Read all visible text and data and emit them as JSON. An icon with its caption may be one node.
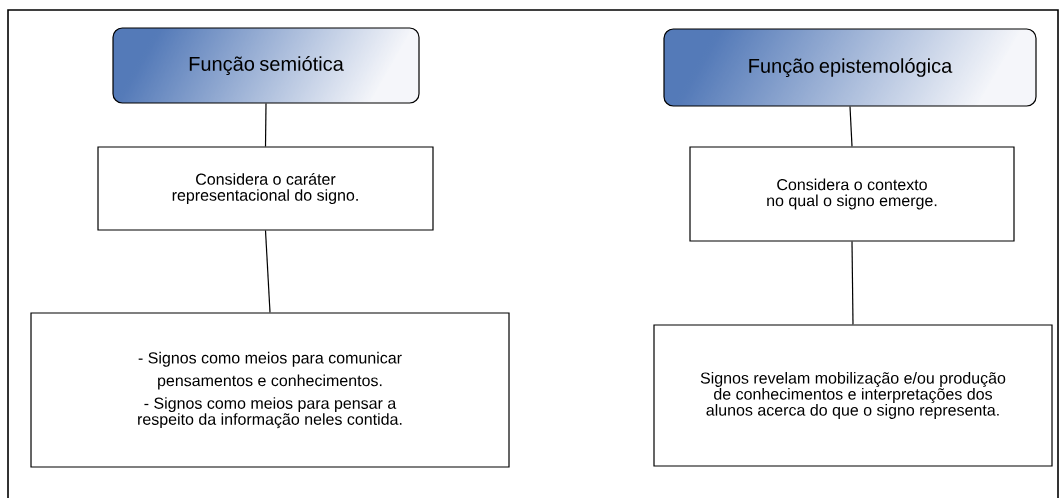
{
  "diagram": {
    "nodes": [
      {
        "text": [
          "Função semiótica"
        ]
      },
      {
        "text": [
          "Considera o caráter representacional do signo."
        ]
      },
      {
        "text": [
          "- Signos como meios para comunicar pensamentos e conhecimentos.",
          "- Signos como meios para pensar a respeito da informação neles contida."
        ]
      },
      {
        "text": [
          "Função epistemológica"
        ]
      },
      {
        "text": [
          "Considera o contexto no qual o signo emerge."
        ]
      },
      {
        "text": [
          "Signos revelam mobilização e/ou produção de conhecimentos e interpretações dos alunos acerca do que o signo representa."
        ]
      }
    ],
    "edges": [
      {
        "from": 0,
        "to": 1,
        "arrow": "none"
      },
      {
        "from": 1,
        "to": 2,
        "arrow": "none"
      },
      {
        "from": 3,
        "to": 4,
        "arrow": "none"
      },
      {
        "from": 4,
        "to": 5,
        "arrow": "none"
      }
    ]
  }
}
